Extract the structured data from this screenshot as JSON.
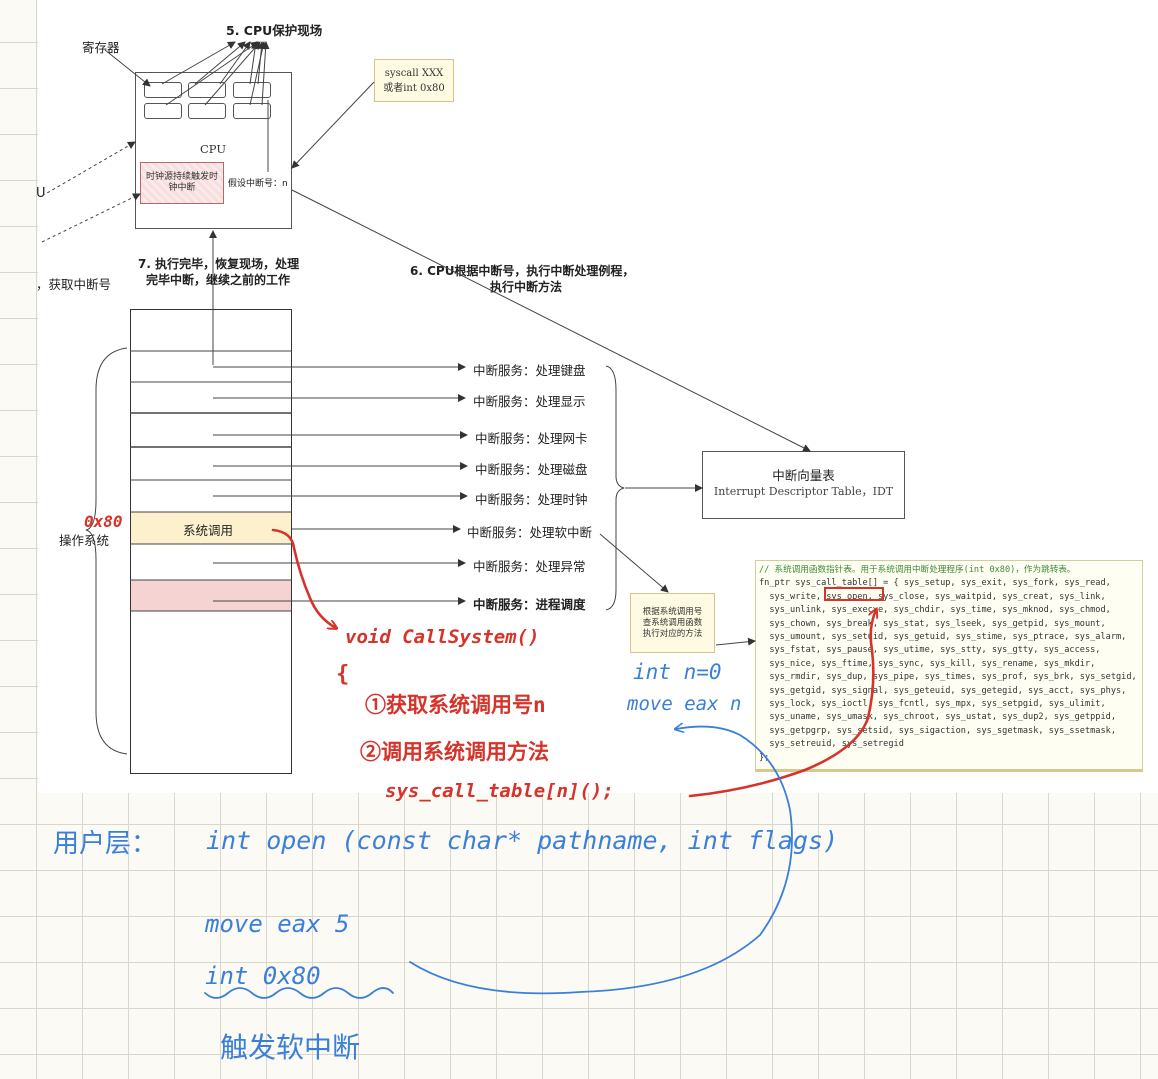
{
  "diagram": {
    "step5": "5. CPU保护现场",
    "registers_label": "寄存器",
    "cpu_label": "CPU",
    "clock_box": "时钟源持续触发时钟中断",
    "interrupt_no": "假设中断号：n",
    "syscall_note": [
      "syscall XXX",
      "或者int 0x80"
    ],
    "step7": [
      "7. 执行完毕，恢复现场，处理",
      "完毕中断，继续之前的工作"
    ],
    "step6": [
      "6. CPU根据中断号，执行中断处理例程，",
      "执行中断方法"
    ],
    "left_cut_u": "U",
    "left_cut_get": "，获取中断号",
    "os_label": "操作系统",
    "syscall_slot": "系统调用",
    "services": [
      "中断服务：处理键盘",
      "中断服务：处理显示",
      "中断服务：处理网卡",
      "中断服务：处理磁盘",
      "中断服务：处理时钟",
      "中断服务：处理软中断",
      "中断服务：处理异常",
      "中断服务：进程调度"
    ],
    "idt_title": "中断向量表",
    "idt_sub": "Interrupt Descriptor Table，IDT",
    "lookup_note": [
      "根据系统调用号",
      "查系统调用函数",
      "执行对应的方法"
    ]
  },
  "code": {
    "comment": "// 系统调用函数指针表。用于系统调用中断处理程序(int 0x80)，作为跳转表。",
    "lines": [
      "fn_ptr sys_call_table[] = { sys_setup, sys_exit, sys_fork, sys_read,",
      "  sys_write, sys_open, sys_close, sys_waitpid, sys_creat, sys_link,",
      "  sys_unlink, sys_execve, sys_chdir, sys_time, sys_mknod, sys_chmod,",
      "  sys_chown, sys_break, sys_stat, sys_lseek, sys_getpid, sys_mount,",
      "  sys_umount, sys_setuid, sys_getuid, sys_stime, sys_ptrace, sys_alarm,",
      "  sys_fstat, sys_pause, sys_utime, sys_stty, sys_gtty, sys_access,",
      "  sys_nice, sys_ftime, sys_sync, sys_kill, sys_rename, sys_mkdir,",
      "  sys_rmdir, sys_dup, sys_pipe, sys_times, sys_prof, sys_brk, sys_setgid,",
      "  sys_getgid, sys_signal, sys_geteuid, sys_getegid, sys_acct, sys_phys,",
      "  sys_lock, sys_ioctl, sys_fcntl, sys_mpx, sys_setpgid, sys_ulimit,",
      "  sys_uname, sys_umask, sys_chroot, sys_ustat, sys_dup2, sys_getppid,",
      "  sys_getpgrp, sys_setsid, sys_sigaction, sys_sgetmask, sys_ssetmask,",
      "  sys_setreuid, sys_setregid",
      "};"
    ]
  },
  "handwriting": {
    "label_0x80": "0x80",
    "func_sig": "void CallSystem()",
    "brace": "{",
    "step1": "①获取系统调用号n",
    "step2": "②调用系统调用方法",
    "call": "sys_call_table[n]();",
    "int_n": "int n=0",
    "move_eax_n": "move eax n",
    "user_layer": "用户层：",
    "open_sig": "int  open  (const  char* pathname,  int  flags)",
    "move_eax_5": "move  eax  5",
    "int_0x80": "int   0x80",
    "trigger": "触发软中断"
  },
  "colors": {
    "red_ink": "#d6332a",
    "blue_ink": "#3a7fd9",
    "syscall_fill": "#fdf1cd",
    "sched_fill": "#f6d3d3",
    "note_fill": "#fffbe3"
  }
}
